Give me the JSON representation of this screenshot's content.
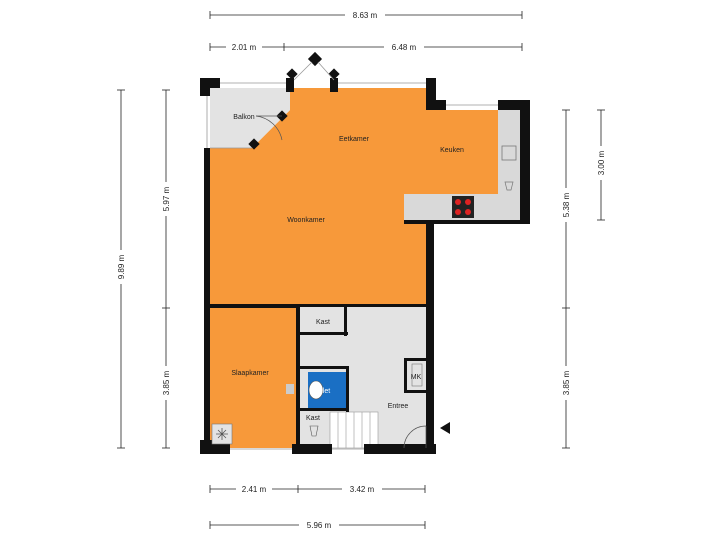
{
  "dimensions": {
    "top_total": "8.63 m",
    "top_left": "2.01 m",
    "top_right": "6.48 m",
    "left_total": "9.89 m",
    "left_upper": "5.97 m",
    "left_lower": "3.85 m",
    "right_top": "3.00 m",
    "right_middle": "5.38 m",
    "right_lower": "3.85 m",
    "bottom_left": "2.41 m",
    "bottom_right": "3.42 m",
    "bottom_total": "5.96 m"
  },
  "rooms": {
    "balcony": "Balkon",
    "dining": "Eetkamer",
    "kitchen": "Keuken",
    "living": "Woonkamer",
    "bedroom": "Slaapkamer",
    "closet_top": "Kast",
    "toilet": "Toilet",
    "closet_bottom": "Kast",
    "meter_cupboard": "MK",
    "entrance": "Entree"
  },
  "colors": {
    "room_orange": "#f7993a",
    "floor_grey": "#e3e3e3",
    "toilet_blue": "#1a6fc4",
    "wall": "#111111"
  }
}
